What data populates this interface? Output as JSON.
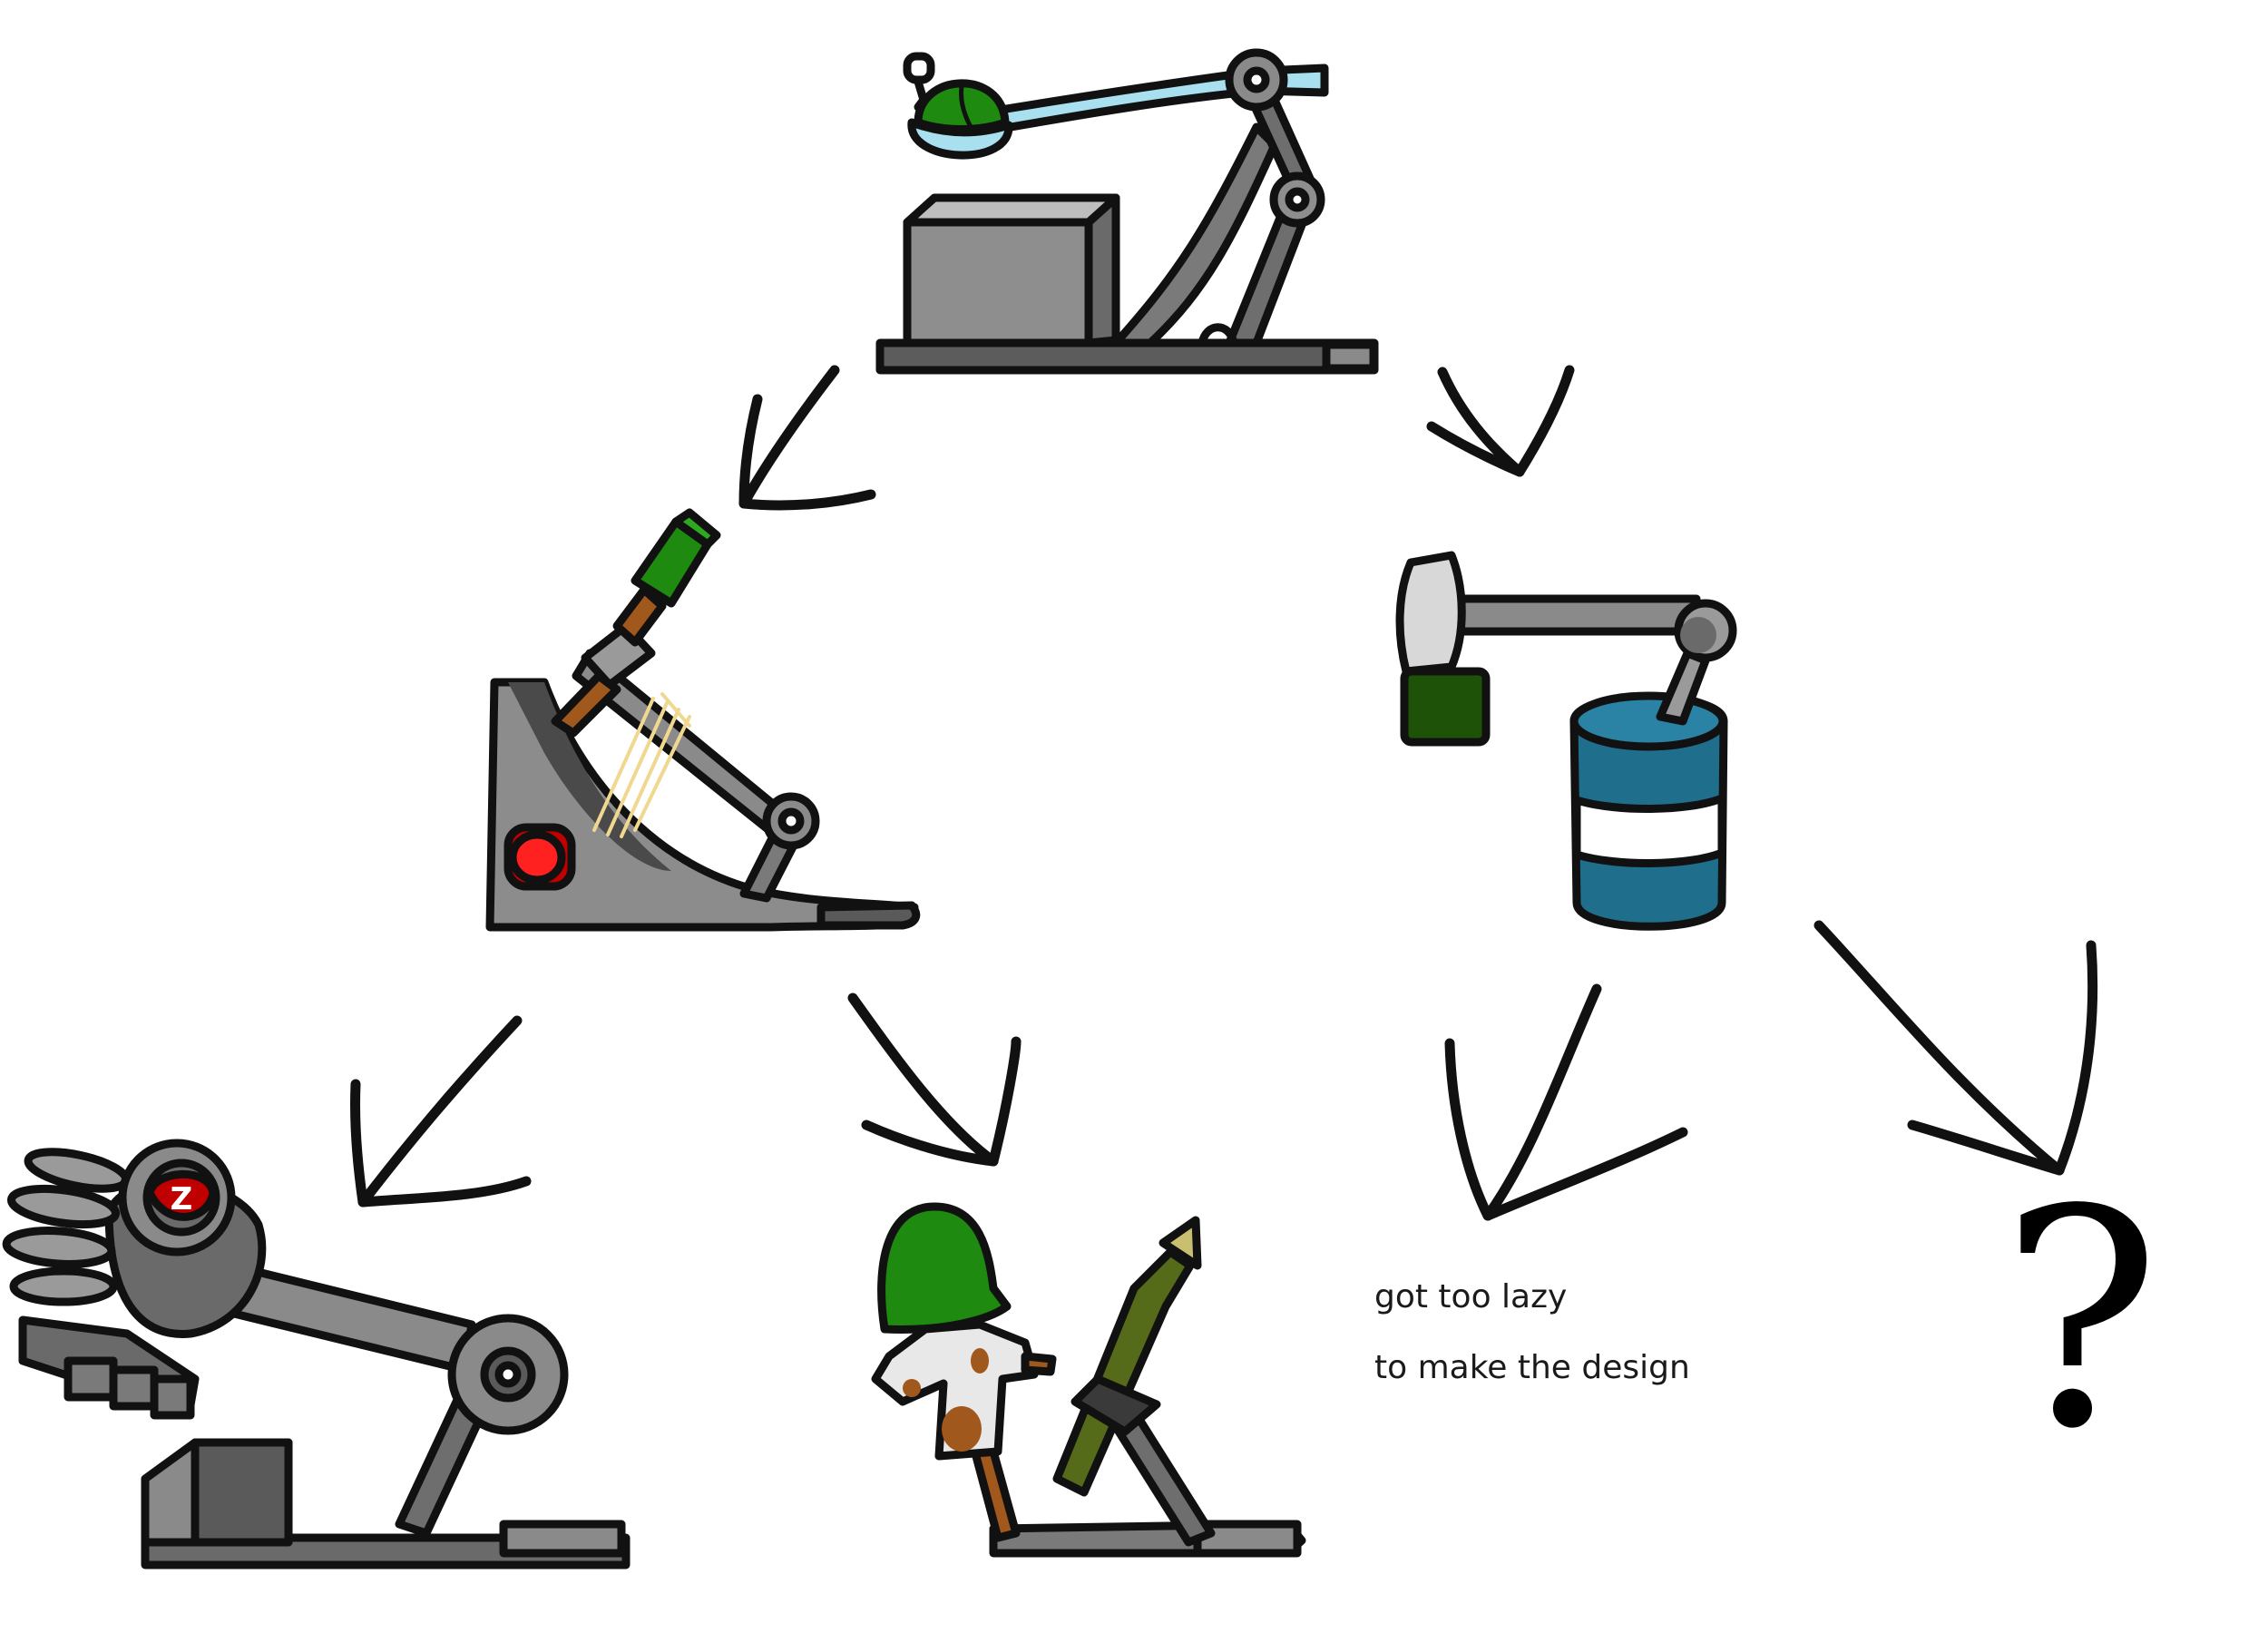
{
  "note": {
    "line1": "got too lazy",
    "line2": "to make the design"
  },
  "question_mark": "?",
  "z_badge": "Z",
  "tree": {
    "root": "basic-catapult",
    "children": {
      "basic-catapult": [
        "rubber-band-catapult",
        "hammer-barrel-catapult"
      ],
      "rubber-band-catapult": [
        "robot-hand-catapult",
        "scarecrow-rocket-launcher"
      ],
      "hammer-barrel-catapult": [
        "unfinished-design",
        "unknown-design"
      ]
    }
  },
  "colors": {
    "outline": "#111111",
    "metal": "#8c8c8c",
    "metal_dark": "#5a5a5a",
    "green": "#1e8a10",
    "dark_green": "#1e5208",
    "water": "#a8e0f0",
    "wood": "#a0581c",
    "red": "#e00000",
    "barrel_blue": "#1e6e8c",
    "rubber_band": "#f0d890"
  }
}
